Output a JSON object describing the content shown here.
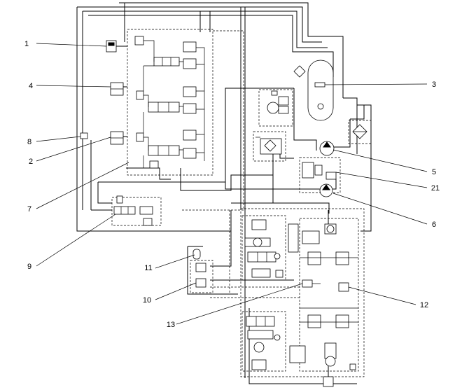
{
  "callouts": {
    "c1": "1",
    "c2": "2",
    "c3": "3",
    "c4": "4",
    "c5": "5",
    "c6": "6",
    "c7": "7",
    "c8": "8",
    "c9": "9",
    "c10": "10",
    "c11": "11",
    "c12": "12",
    "c13": "13",
    "c21": "21"
  },
  "colors": {
    "ink": "#000000",
    "paper": "#ffffff"
  }
}
